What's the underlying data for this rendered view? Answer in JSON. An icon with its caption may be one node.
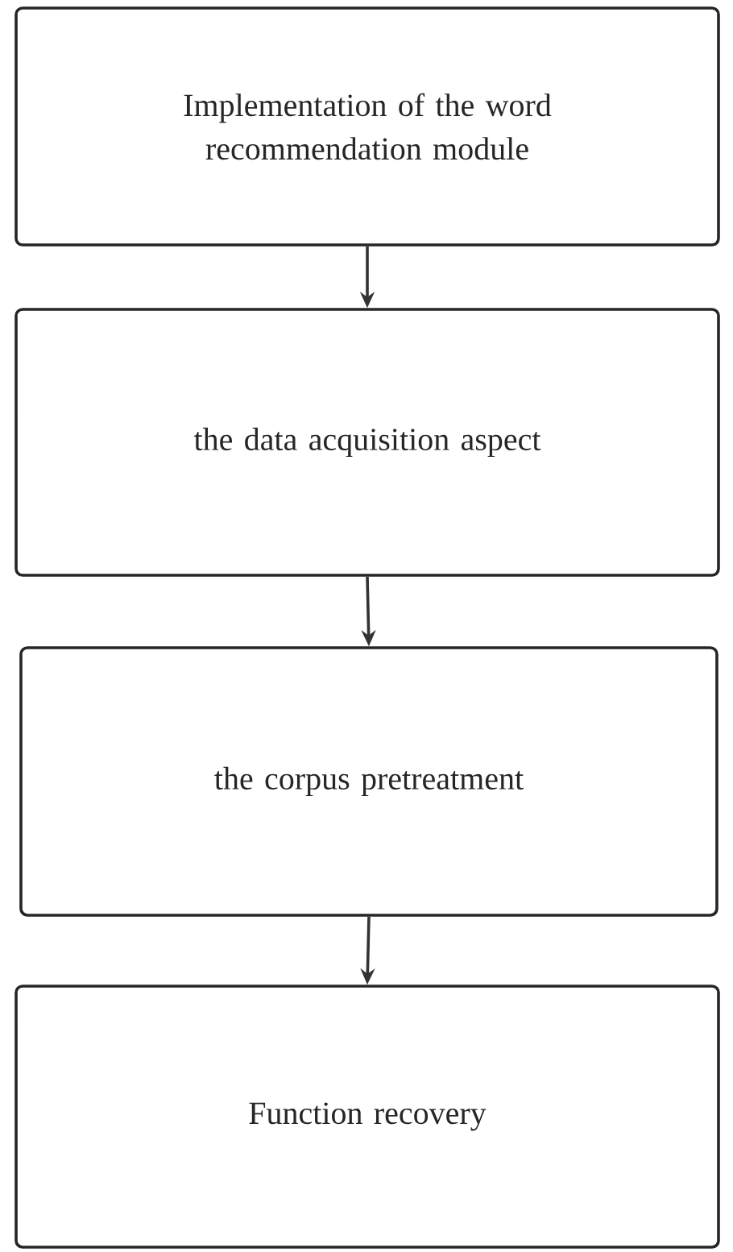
{
  "diagram": {
    "nodes": [
      {
        "text": [
          "Implementation of the word recommendation module"
        ]
      },
      {
        "text": [
          "the data acquisition aspect"
        ]
      },
      {
        "text": [
          "the corpus pretreatment"
        ]
      },
      {
        "text": [
          "Function recovery"
        ]
      }
    ],
    "edges": [
      {
        "from": 0,
        "to": 1,
        "arrow": "to"
      },
      {
        "from": 1,
        "to": 2,
        "arrow": "to"
      },
      {
        "from": 2,
        "to": 3,
        "arrow": "to"
      }
    ]
  }
}
